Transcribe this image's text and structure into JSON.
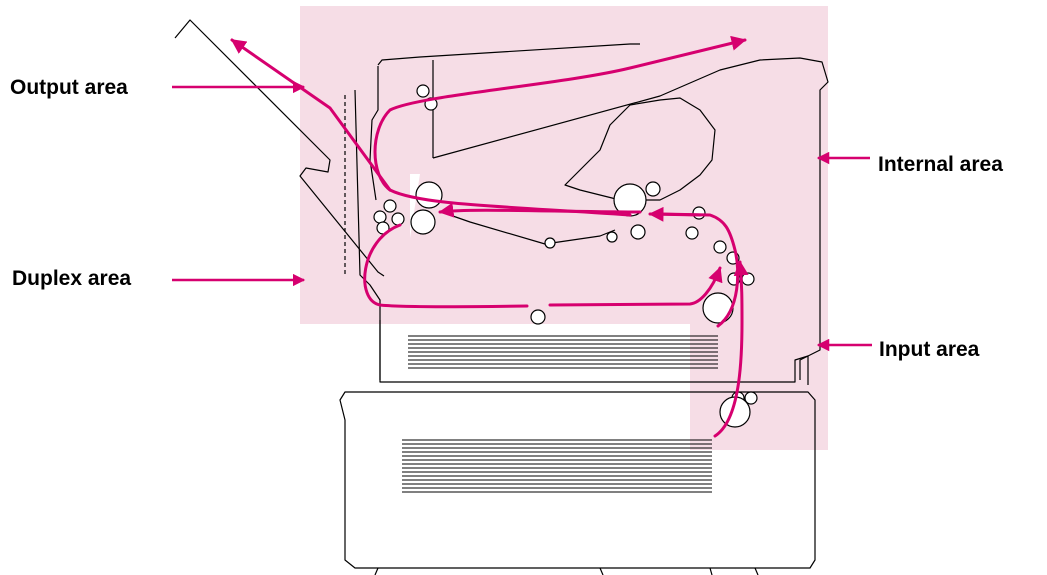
{
  "labels": {
    "output": "Output area",
    "duplex": "Duplex area",
    "internal": "Internal area",
    "input": "Input area"
  },
  "colors": {
    "paper_path": "#d6006f",
    "area_fill": "#f6dde6",
    "line": "#000000"
  }
}
